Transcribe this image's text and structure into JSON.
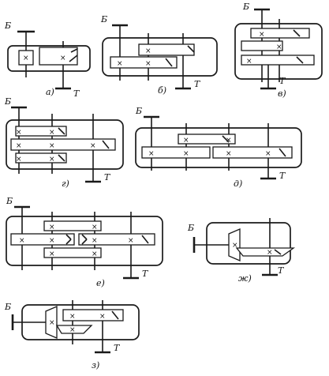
{
  "labels": {
    "shaft_in": "Б",
    "shaft_out": "Т",
    "cross": "×"
  },
  "captions": [
    "а)",
    "б)",
    "в)",
    "г)",
    "д)",
    "е)",
    "ж)",
    "з)"
  ]
}
